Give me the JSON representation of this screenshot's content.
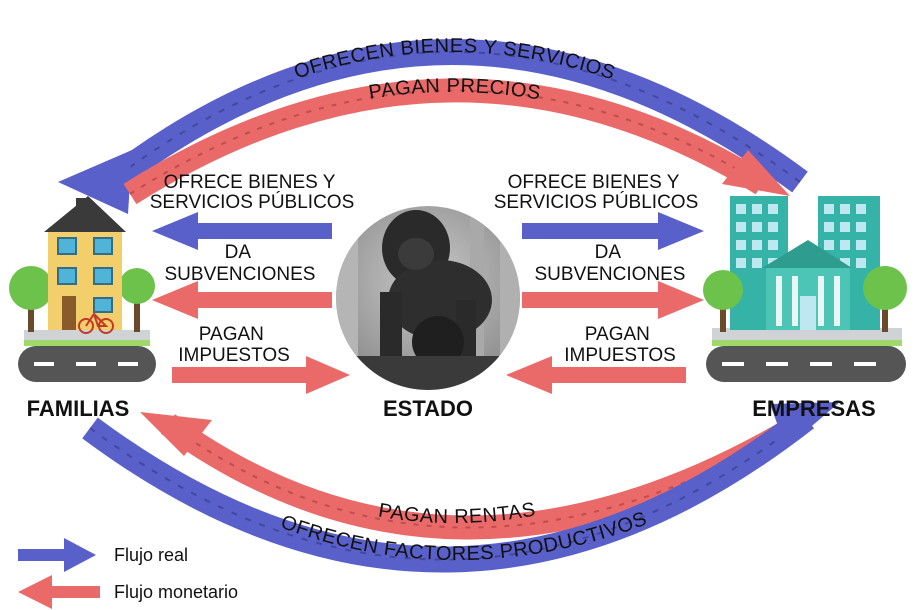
{
  "colors": {
    "real_flow": "#5960c9",
    "real_flow_dark": "#2f3579",
    "monetary_flow": "#ea6a6a",
    "monetary_flow_dark": "#9b3434"
  },
  "icons": [
    "house-icon",
    "office-building-icon",
    "lion-statue-icon",
    "bicycle-icon",
    "tree-icon"
  ],
  "top": {
    "outer": "OFRECEN BIENES Y SERVICIOS",
    "inner": "PAGAN PRECIOS"
  },
  "bottom": {
    "inner": "PAGAN RENTAS",
    "outer": "OFRECEN FACTORES PRODUCTIVOS"
  },
  "left": {
    "goods_line1": "OFRECE BIENES Y",
    "goods_line2": "SERVICIOS PÚBLICOS",
    "subsidies_line1": "DA",
    "subsidies_line2": "SUBVENCIONES",
    "taxes_line1": "PAGAN",
    "taxes_line2": "IMPUESTOS"
  },
  "right": {
    "goods_line1": "OFRECE BIENES Y",
    "goods_line2": "SERVICIOS PÚBLICOS",
    "subsidies_line1": "DA",
    "subsidies_line2": "SUBVENCIONES",
    "taxes_line1": "PAGAN",
    "taxes_line2": "IMPUESTOS"
  },
  "nodes": {
    "families": "FAMILIAS",
    "state": "ESTADO",
    "companies": "EMPRESAS"
  },
  "legend": {
    "real": "Flujo real",
    "monetary": "Flujo monetario"
  }
}
